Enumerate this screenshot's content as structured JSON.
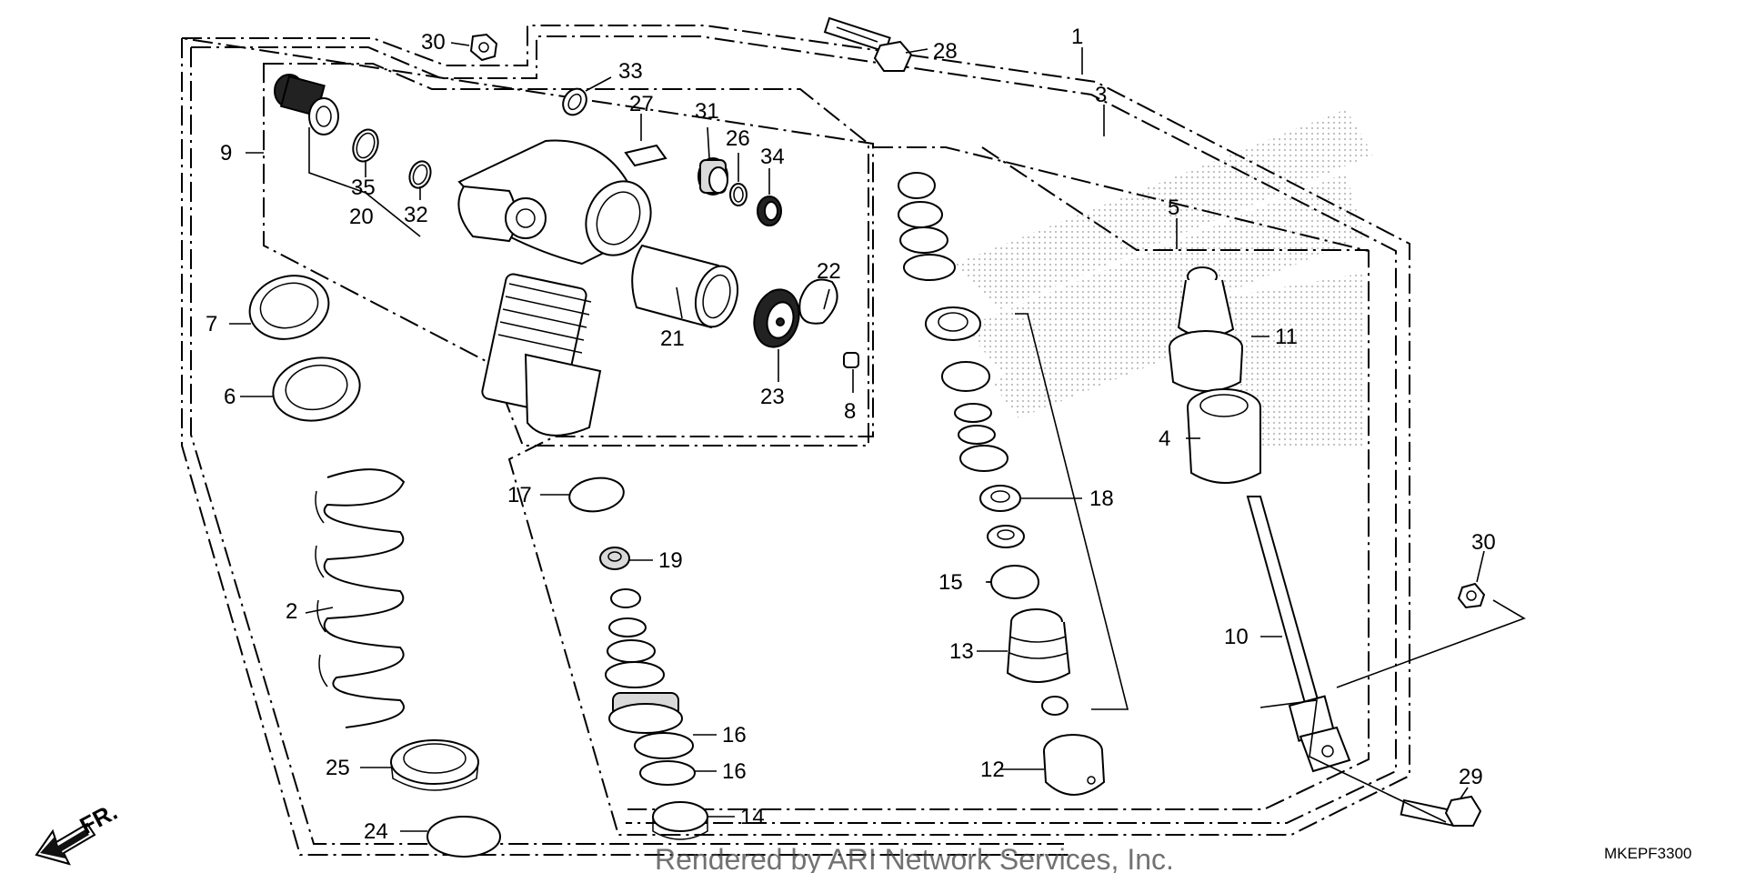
{
  "callouts": {
    "c1": "1",
    "c2": "2",
    "c3": "3",
    "c4": "4",
    "c5": "5",
    "c6": "6",
    "c7": "7",
    "c8": "8",
    "c9": "9",
    "c10": "10",
    "c11": "11",
    "c12": "12",
    "c13": "13",
    "c14": "14",
    "c15": "15",
    "c16a": "16",
    "c16b": "16",
    "c17": "17",
    "c18": "18",
    "c19": "19",
    "c20": "20",
    "c21": "21",
    "c22": "22",
    "c23": "23",
    "c24": "24",
    "c25": "25",
    "c26": "26",
    "c27": "27",
    "c28": "28",
    "c29": "29",
    "c30a": "30",
    "c30b": "30",
    "c31": "31",
    "c32": "32",
    "c33": "33",
    "c34": "34",
    "c35": "35"
  },
  "front_indicator": "FR.",
  "watermark": "Rendered by ARI Network Services, Inc.",
  "catalog_code": "MKEPF3300"
}
